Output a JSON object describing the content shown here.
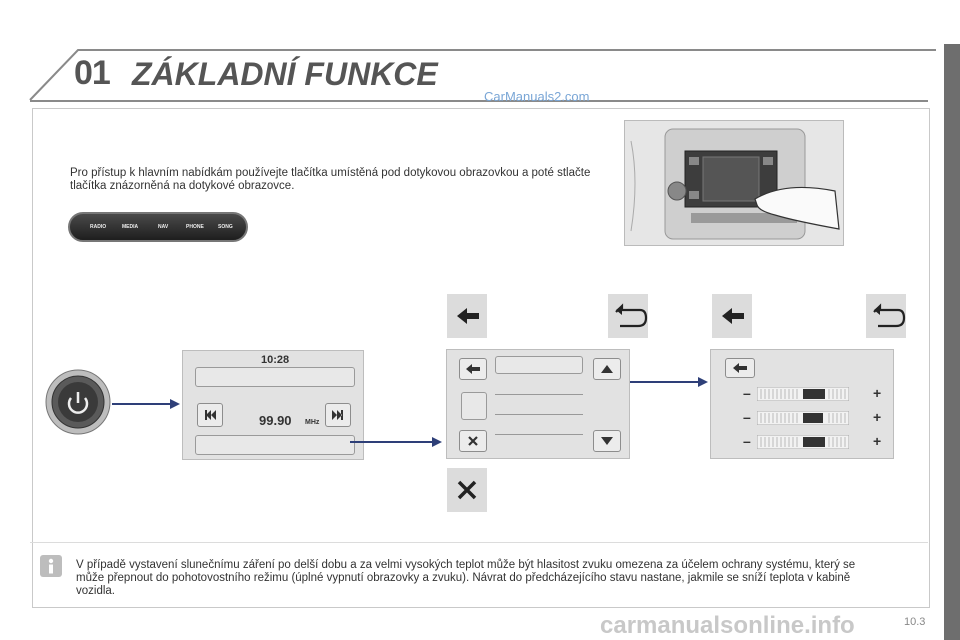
{
  "header": {
    "chapter_number": "01",
    "title": "ZÁKLADNÍ FUNKCE",
    "watermark": "CarManuals2.com"
  },
  "intro_text": "Pro přístup k hlavním nabídkám používejte tlačítka umístěná pod dotykovou obrazovkou a poté stlačte tlačítka znázorněná na dotykové obrazovce.",
  "button_bar": [
    "RADIO",
    "MEDIA",
    "NAV",
    "PHONE",
    "SONG"
  ],
  "radio_screen": {
    "time": "10:28",
    "frequency": "99.90",
    "unit": "MHz"
  },
  "icons": {
    "power": "power-icon",
    "back": "back-arrow-icon",
    "return": "return-arrow-icon",
    "close": "close-x-icon",
    "info": "info-icon"
  },
  "audio_symbols": {
    "minus": "–",
    "plus": "+"
  },
  "note_text": "V případě vystavení slunečnímu záření po delší dobu a za velmi vysokých teplot může být hlasitost zvuku omezena za účelem ochrany systému, který se může přepnout do pohotovostního režimu (úplné vypnutí obrazovky a zvuku). Návrat do předcházejícího stavu nastane, jakmile se sníží teplota v kabině vozidla.",
  "page_number": "10.3",
  "footer_watermark": "carmanualsonline.info"
}
